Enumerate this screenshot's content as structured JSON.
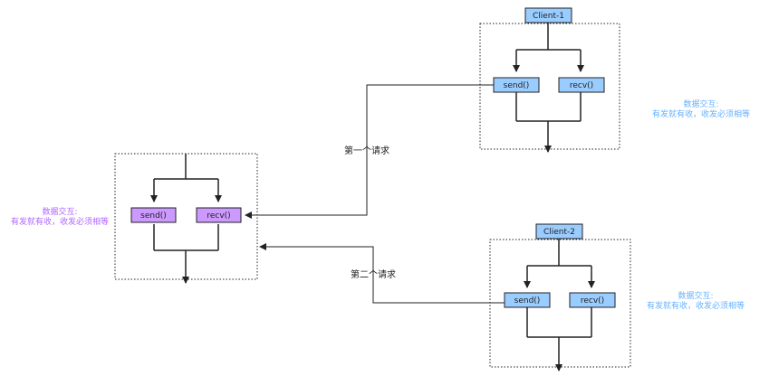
{
  "server": {
    "send_label": "send()",
    "recv_label": "recv()",
    "note_line1": "数据交互:",
    "note_line2": "有发就有收，收发必须相等"
  },
  "client1": {
    "title": "Client-1",
    "send_label": "send()",
    "recv_label": "recv()",
    "note_line1": "数据交互:",
    "note_line2": "有发就有收，收发必须相等"
  },
  "client2": {
    "title": "Client-2",
    "send_label": "send()",
    "recv_label": "recv()",
    "note_line1": "数据交互:",
    "note_line2": "有发就有收，收发必须相等"
  },
  "connections": {
    "first_request": "第一个请求",
    "second_request": "第二个请求"
  },
  "colors": {
    "client_box_fill": "#99ccff",
    "client_box_stroke": "#3a6ea5",
    "server_box_fill": "#cc99ff",
    "server_box_stroke": "#6a3a99",
    "server_note": "#b266ff",
    "client_note": "#66b2ff",
    "line": "#222222"
  }
}
